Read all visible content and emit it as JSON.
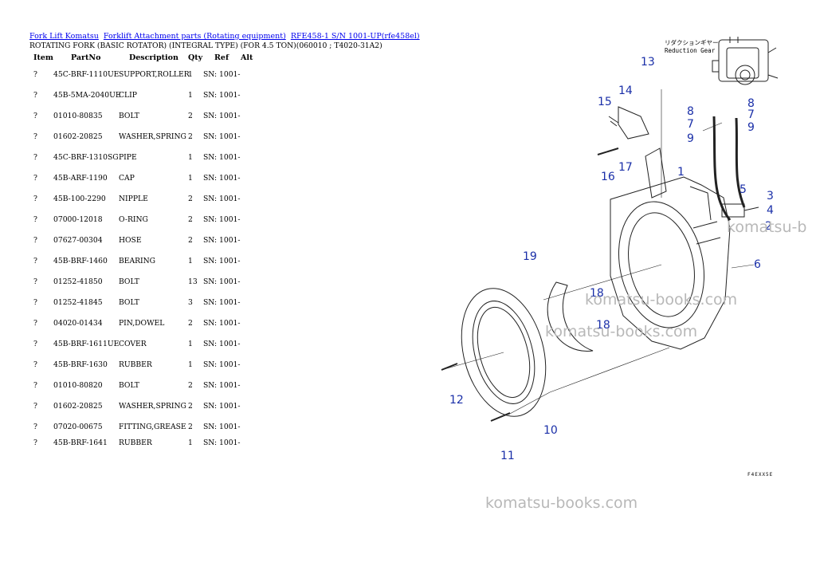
{
  "breadcrumb": {
    "links": [
      "Fork Lift Komatsu",
      "Forklift Attachment parts (Rotating equipment)",
      "RFE458-1 S/N 1001-UP(rfe458el)"
    ]
  },
  "subtitle": "ROTATING FORK (BASIC ROTATOR) (INTEGRAL TYPE) (FOR 4.5 TON)(060010 ; T4020-31A2)",
  "table": {
    "headers": [
      "Item",
      "PartNo",
      "Description",
      "Qty",
      "Ref",
      "Alt"
    ],
    "rows": [
      {
        "item": "?",
        "part": "45C-BRF-1110UE",
        "desc": "SUPPORT,ROLLER",
        "qty": "1",
        "ref": "SN: 1001-"
      },
      {
        "item": "?",
        "part": "45B-5MA-2040UE",
        "desc": "CLIP",
        "qty": "1",
        "ref": "SN: 1001-"
      },
      {
        "item": "?",
        "part": "01010-80835",
        "desc": "BOLT",
        "qty": "2",
        "ref": "SN: 1001-"
      },
      {
        "item": "?",
        "part": "01602-20825",
        "desc": "WASHER,SPRING",
        "qty": "2",
        "ref": "SN: 1001-"
      },
      {
        "item": "?",
        "part": "45C-BRF-1310SG",
        "desc": "PIPE",
        "qty": "1",
        "ref": "SN: 1001-"
      },
      {
        "item": "?",
        "part": "45B-ARF-1190",
        "desc": "CAP",
        "qty": "1",
        "ref": "SN: 1001-"
      },
      {
        "item": "?",
        "part": "45B-100-2290",
        "desc": "NIPPLE",
        "qty": "2",
        "ref": "SN: 1001-"
      },
      {
        "item": "?",
        "part": "07000-12018",
        "desc": "O-RING",
        "qty": "2",
        "ref": "SN: 1001-"
      },
      {
        "item": "?",
        "part": "07627-00304",
        "desc": "HOSE",
        "qty": "2",
        "ref": "SN: 1001-"
      },
      {
        "item": "?",
        "part": "45B-BRF-1460",
        "desc": "BEARING",
        "qty": "1",
        "ref": "SN: 1001-"
      },
      {
        "item": "?",
        "part": "01252-41850",
        "desc": "BOLT",
        "qty": "13",
        "ref": "SN: 1001-"
      },
      {
        "item": "?",
        "part": "01252-41845",
        "desc": "BOLT",
        "qty": "3",
        "ref": "SN: 1001-"
      },
      {
        "item": "?",
        "part": "04020-01434",
        "desc": "PIN,DOWEL",
        "qty": "2",
        "ref": "SN: 1001-"
      },
      {
        "item": "?",
        "part": "45B-BRF-1611UE",
        "desc": "COVER",
        "qty": "1",
        "ref": "SN: 1001-"
      },
      {
        "item": "?",
        "part": "45B-BRF-1630",
        "desc": "RUBBER",
        "qty": "1",
        "ref": "SN: 1001-"
      },
      {
        "item": "?",
        "part": "01010-80820",
        "desc": "BOLT",
        "qty": "2",
        "ref": "SN: 1001-"
      },
      {
        "item": "?",
        "part": "01602-20825",
        "desc": "WASHER,SPRING",
        "qty": "2",
        "ref": "SN: 1001-"
      },
      {
        "item": "?",
        "part": "07020-00675",
        "desc": "FITTING,GREASE",
        "qty": "2",
        "ref": "SN: 1001-"
      },
      {
        "item": "?",
        "part": "45B-BRF-1641",
        "desc": "RUBBER",
        "qty": "1",
        "ref": "SN: 1001-"
      }
    ]
  },
  "diagram": {
    "gear_label_jp": "リダクションギヤー",
    "gear_label_en": "Reduction Gear",
    "callouts": [
      "13",
      "14",
      "15",
      "8",
      "7",
      "9",
      "8",
      "7",
      "9",
      "16",
      "17",
      "1",
      "5",
      "3",
      "4",
      "2",
      "6",
      "19",
      "18",
      "18",
      "12",
      "10",
      "11"
    ],
    "code": "F4EXX5E"
  },
  "watermarks": [
    "komatsu-books.com",
    "komatsu-books.com",
    "komatsu-books.com",
    "komatsu-b"
  ],
  "colors": {
    "link": "#0000ee",
    "callout": "#1a2fa8",
    "watermark": "#b8b8b8"
  }
}
